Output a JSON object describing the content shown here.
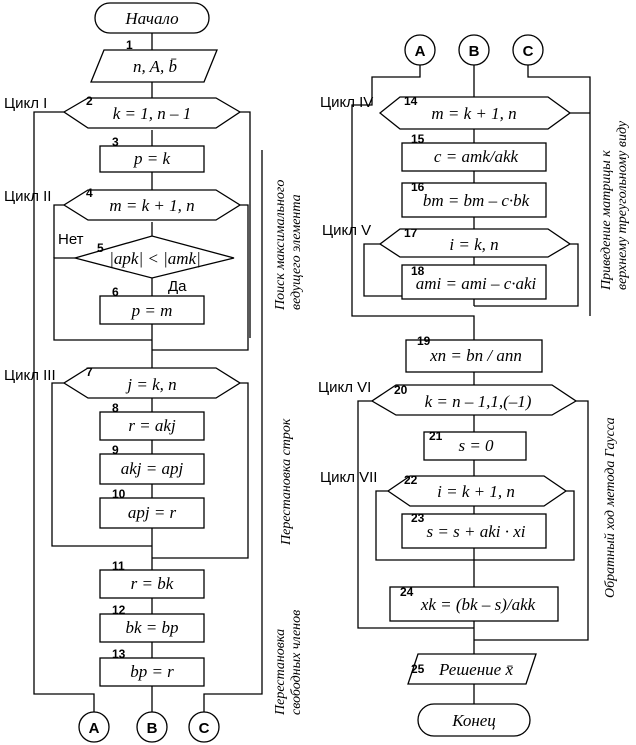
{
  "start": "Начало",
  "end": "Конец",
  "connectors": [
    "A",
    "B",
    "C"
  ],
  "loops": {
    "l1": "Цикл I",
    "l2": "Цикл II",
    "l3": "Цикл III",
    "l4": "Цикл IV",
    "l5": "Цикл V",
    "l6": "Цикл VI",
    "l7": "Цикл VII"
  },
  "blocks": {
    "b1": {
      "num": "1",
      "text": "n, A, b̄"
    },
    "b2": {
      "num": "2",
      "text": "k = 1, n – 1"
    },
    "b3": {
      "num": "3",
      "text": "p = k"
    },
    "b4": {
      "num": "4",
      "text": "m = k + 1, n"
    },
    "b5": {
      "num": "5",
      "text": "|apk| < |amk|"
    },
    "b6": {
      "num": "6",
      "text": "p = m"
    },
    "b7": {
      "num": "7",
      "text": "j = k, n"
    },
    "b8": {
      "num": "8",
      "text": "r = akj"
    },
    "b9": {
      "num": "9",
      "text": "akj = apj"
    },
    "b10": {
      "num": "10",
      "text": "apj = r"
    },
    "b11": {
      "num": "11",
      "text": "r = bk"
    },
    "b12": {
      "num": "12",
      "text": "bk = bp"
    },
    "b13": {
      "num": "13",
      "text": "bp = r"
    },
    "b14": {
      "num": "14",
      "text": "m = k + 1, n"
    },
    "b15": {
      "num": "15",
      "text": "c = amk/akk"
    },
    "b16": {
      "num": "16",
      "text": "bm = bm – c·bk"
    },
    "b17": {
      "num": "17",
      "text": "i = k, n"
    },
    "b18": {
      "num": "18",
      "text": "ami = ami – c·aki"
    },
    "b19": {
      "num": "19",
      "text": "xn = bn / ann"
    },
    "b20": {
      "num": "20",
      "text": "k = n – 1,1,(–1)"
    },
    "b21": {
      "num": "21",
      "text": "s = 0"
    },
    "b22": {
      "num": "22",
      "text": "i = k + 1, n"
    },
    "b23": {
      "num": "23",
      "text": "s = s + aki · xi"
    },
    "b24": {
      "num": "24",
      "text": "xk = (bk – s)/akk"
    },
    "b25": {
      "num": "25",
      "text": "Решение x̄"
    }
  },
  "branch": {
    "no": "Нет",
    "yes": "Да"
  },
  "notes": {
    "n1": [
      "Поиск максимального",
      "ведущего элемента"
    ],
    "n2": "Перестановка строк",
    "n3": [
      "Перестановка",
      "свободных членов"
    ],
    "n4": [
      "Приведение матрицы к",
      "верхнему треугольному виду"
    ],
    "n5": "Обратный ход метода Гаусса"
  }
}
